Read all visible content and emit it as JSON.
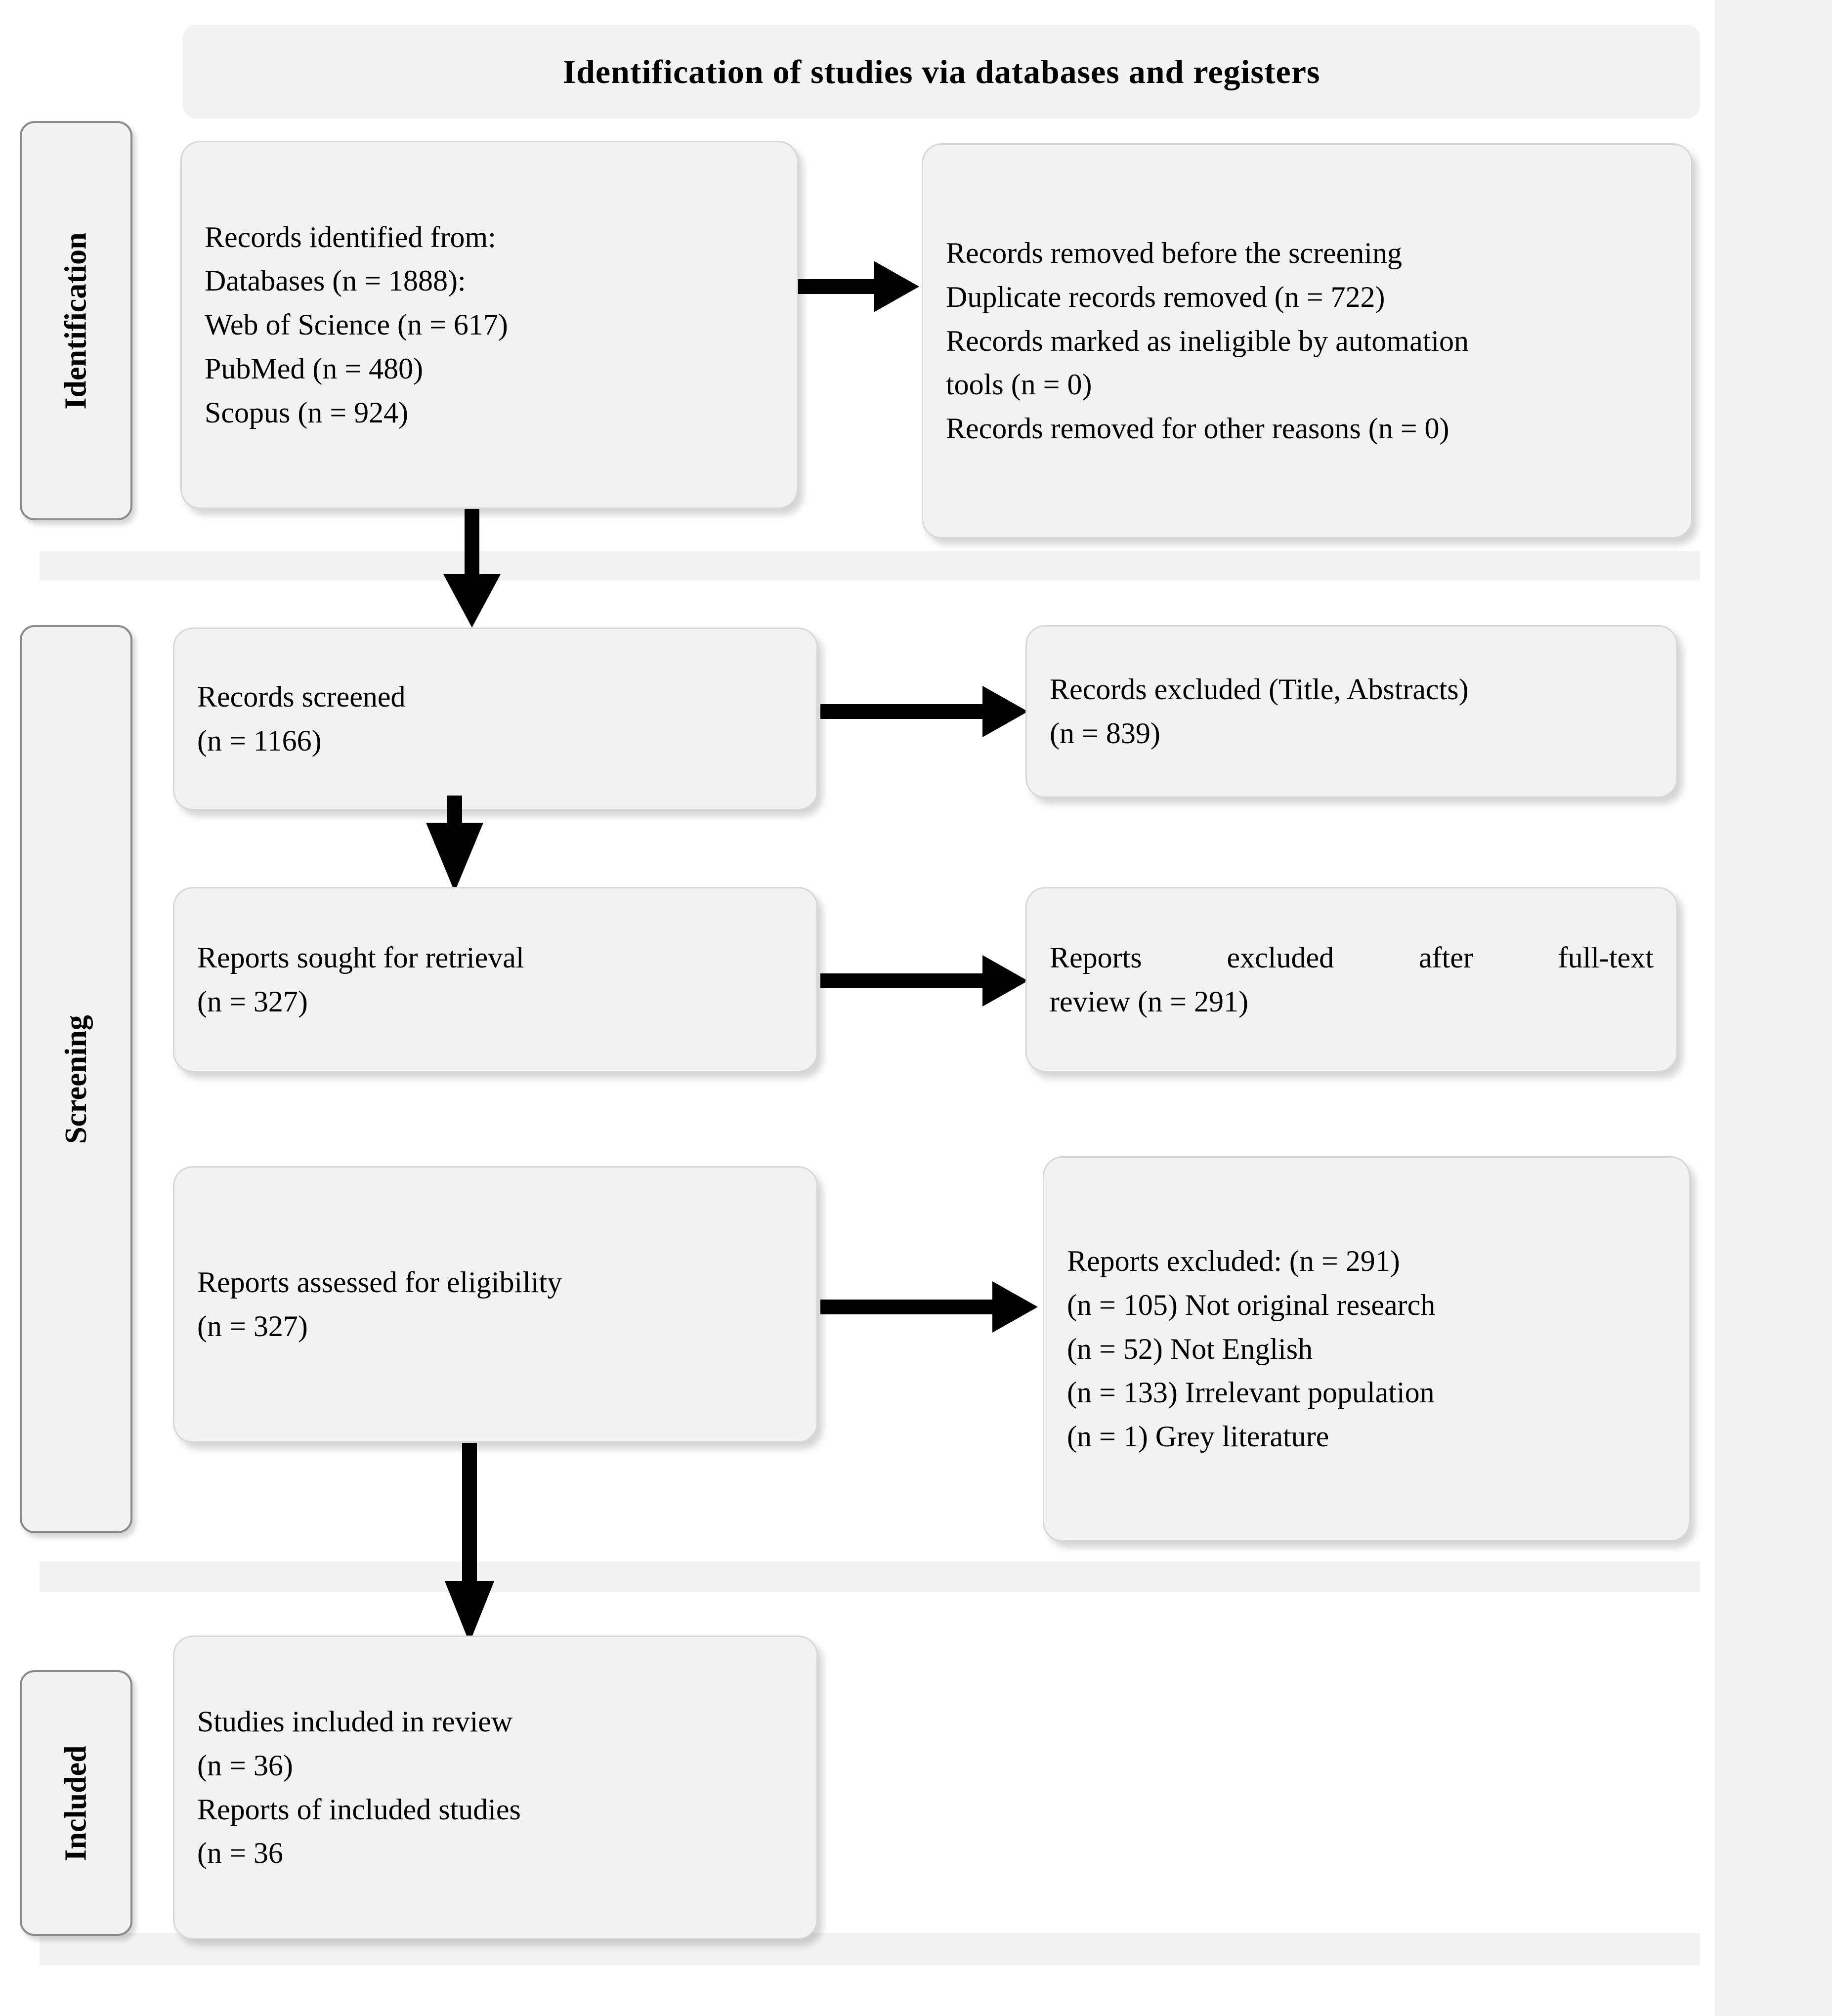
{
  "header": {
    "title": "Identification of studies via databases and registers"
  },
  "stages": [
    {
      "id": "identification",
      "label": "Identification"
    },
    {
      "id": "screening",
      "label": "Screening"
    },
    {
      "id": "included",
      "label": "Included"
    }
  ],
  "boxes": {
    "records_identified": {
      "lines": [
        "Records identified from:",
        "Databases (n = 1888):",
        "Web of Science (n = 617)",
        "PubMed (n = 480)",
        "Scopus (n = 924)"
      ]
    },
    "records_removed": {
      "lines": [
        "Records removed before the screening",
        "Duplicate records removed (n = 722)",
        "Records marked as ineligible by automation",
        "tools (n = 0)",
        "Records removed for other reasons (n = 0)"
      ]
    },
    "records_screened": {
      "lines": [
        "Records screened",
        "(n = 1166)"
      ]
    },
    "records_excluded": {
      "lines": [
        "Records excluded (Title, Abstracts)",
        "(n = 839)"
      ]
    },
    "reports_sought": {
      "lines": [
        "Reports sought for retrieval",
        "(n = 327)"
      ]
    },
    "reports_excluded_fulltext": {
      "lines": [
        "Reports excluded after full-text",
        "review (n = 291)"
      ]
    },
    "reports_assessed": {
      "lines": [
        "Reports assessed for eligibility",
        "(n = 327)"
      ]
    },
    "reports_excluded_reasons": {
      "lines": [
        "Reports excluded: (n = 291)",
        "(n = 105) Not original research",
        "(n = 52) Not English",
        "(n = 133) Irrelevant population",
        "(n = 1) Grey literature"
      ]
    },
    "studies_included": {
      "lines": [
        "Studies included in review",
        "(n = 36)",
        "Reports of included studies",
        "(n = 36"
      ]
    }
  },
  "flow_data": {
    "type": "prisma-flow",
    "records_identified_total": 1888,
    "sources": [
      {
        "name": "Web of Science",
        "n": 617
      },
      {
        "name": "PubMed",
        "n": 480
      },
      {
        "name": "Scopus",
        "n": 924
      }
    ],
    "duplicates_removed": 722,
    "ineligible_automation": 0,
    "removed_other_reasons": 0,
    "records_screened": 1166,
    "records_excluded_title_abstract": 839,
    "reports_sought": 327,
    "reports_excluded_fulltext": 291,
    "reports_assessed": 327,
    "exclusion_reasons": [
      {
        "reason": "Not original research",
        "n": 105
      },
      {
        "reason": "Not English",
        "n": 52
      },
      {
        "reason": "Irrelevant population",
        "n": 133
      },
      {
        "reason": "Grey literature",
        "n": 1
      }
    ],
    "studies_included": 36,
    "reports_of_included_studies": 36
  },
  "colors": {
    "box_fill": "#f2f2f2",
    "box_border": "#d7d7d7",
    "stage_border": "#8a8a8a",
    "arrow": "#000000",
    "page_background": "#ffffff"
  }
}
